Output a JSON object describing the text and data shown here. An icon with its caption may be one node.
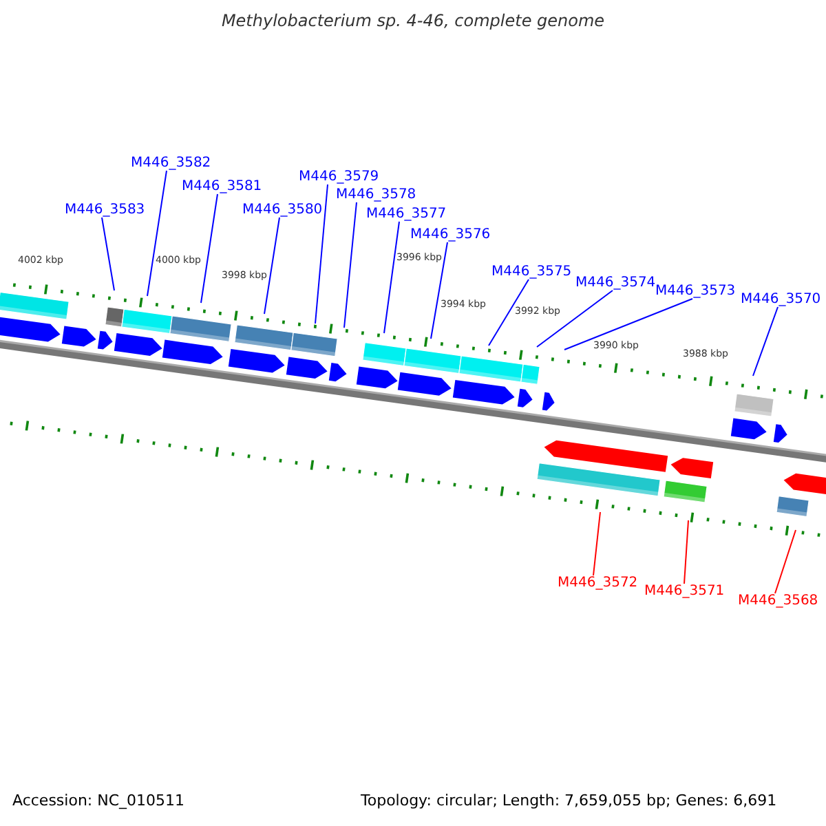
{
  "diagram": {
    "title": "Methylobacterium sp. 4-46, complete genome",
    "nodes": [
      {
        "text": [
          "M446_3583"
        ]
      },
      {
        "text": [
          "M446_3582"
        ]
      },
      {
        "text": [
          "M446_3581"
        ]
      },
      {
        "text": [
          "M446_3580"
        ]
      },
      {
        "text": [
          "M446_3579"
        ]
      },
      {
        "text": [
          "M446_3578"
        ]
      },
      {
        "text": [
          "M446_3577"
        ]
      },
      {
        "text": [
          "M446_3576"
        ]
      },
      {
        "text": [
          "M446_3575"
        ]
      },
      {
        "text": [
          "M446_3574"
        ]
      },
      {
        "text": [
          "M446_3573"
        ]
      },
      {
        "text": [
          "M446_3570"
        ]
      },
      {
        "text": [
          "M446_3572"
        ]
      },
      {
        "text": [
          "M446_3571"
        ]
      },
      {
        "text": [
          "M446_3568"
        ]
      }
    ],
    "edges": [
      {
        "from": 0,
        "to": null,
        "arrow": "none"
      },
      {
        "from": 1,
        "to": null,
        "arrow": "none"
      },
      {
        "from": 2,
        "to": null,
        "arrow": "none"
      },
      {
        "from": 3,
        "to": null,
        "arrow": "none"
      },
      {
        "from": 4,
        "to": null,
        "arrow": "none"
      },
      {
        "from": 5,
        "to": null,
        "arrow": "none"
      },
      {
        "from": 6,
        "to": null,
        "arrow": "none"
      },
      {
        "from": 7,
        "to": null,
        "arrow": "none"
      },
      {
        "from": 8,
        "to": null,
        "arrow": "none"
      },
      {
        "from": 9,
        "to": null,
        "arrow": "none"
      },
      {
        "from": 10,
        "to": null,
        "arrow": "none"
      },
      {
        "from": 11,
        "to": null,
        "arrow": "none"
      },
      {
        "from": 12,
        "to": null,
        "arrow": "none",
        "color": "#ff0000"
      },
      {
        "from": 13,
        "to": null,
        "arrow": "none",
        "color": "#ff0000"
      },
      {
        "from": 14,
        "to": null,
        "arrow": "none",
        "color": "#ff0000"
      }
    ],
    "labels": [
      "4002 kbp",
      "4000 kbp",
      "3998 kbp",
      "3996 kbp",
      "3994 kbp",
      "3992 kbp",
      "3990 kbp",
      "3988 kbp",
      "Accession: NC_010511",
      "Topology: circular; Length: 7,659,055 bp; Genes: 6,691"
    ]
  }
}
